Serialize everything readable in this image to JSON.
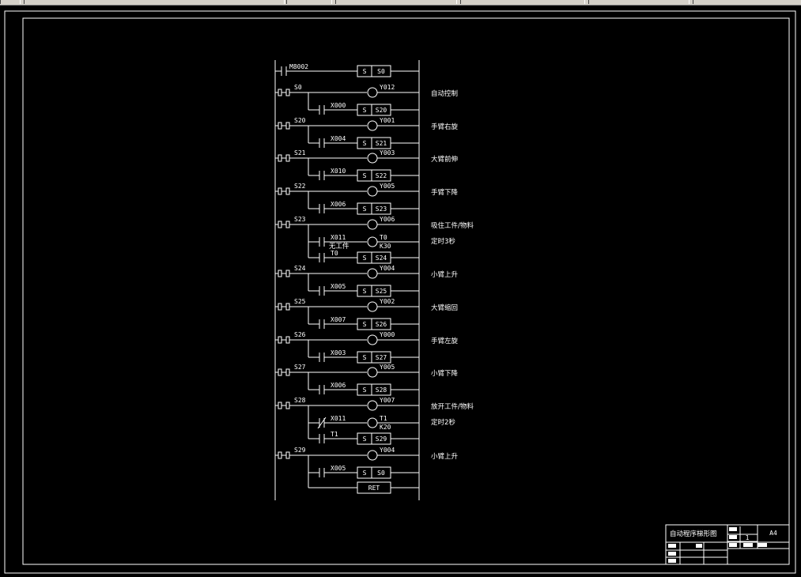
{
  "window": {
    "toolbar_segments": 7
  },
  "colors": {
    "background": "#000000",
    "lines": "#ffffff",
    "toolbar": "#d4d0c8"
  },
  "diagram": {
    "init": {
      "contact": "M8002",
      "set": "S0"
    },
    "steps": [
      {
        "state": "S0",
        "out": "Y012",
        "comment": "自动控制",
        "cond": "X000",
        "next": "S20"
      },
      {
        "state": "S20",
        "out": "Y001",
        "comment": "手臂右旋",
        "cond": "X004",
        "next": "S21"
      },
      {
        "state": "S21",
        "out": "Y003",
        "comment": "大臂前伸",
        "cond": "X010",
        "next": "S22"
      },
      {
        "state": "S22",
        "out": "Y005",
        "comment": "手臂下降",
        "cond": "X006",
        "next": "S23"
      },
      {
        "state": "S23",
        "out": "Y006",
        "comment": "吸住工件/物料",
        "timer": "T0",
        "timer_k": "K30",
        "timer_cond": "X011",
        "timer_note": "无工件",
        "timer_comment": "定时3秒",
        "cond": "T0",
        "next": "S24"
      },
      {
        "state": "S24",
        "out": "Y004",
        "comment": "小臂上升",
        "cond": "X005",
        "next": "S25"
      },
      {
        "state": "S25",
        "out": "Y002",
        "comment": "大臂缩回",
        "cond": "X007",
        "next": "S26"
      },
      {
        "state": "S26",
        "out": "Y000",
        "comment": "手臂左旋",
        "cond": "X003",
        "next": "S27"
      },
      {
        "state": "S27",
        "out": "Y005",
        "comment": "小臂下降",
        "cond": "X006",
        "next": "S28"
      },
      {
        "state": "S28",
        "out": "Y007",
        "comment": "放开工件/物料",
        "timer": "T1",
        "timer_k": "K20",
        "timer_cond": "X011",
        "timer_comment": "定时2秒",
        "cond": "T1",
        "next": "S29"
      },
      {
        "state": "S29",
        "out": "Y004",
        "comment": "小臂上升",
        "cond": "X005",
        "next": "S0"
      }
    ],
    "end": "RET",
    "set_label": "S"
  },
  "title_block": {
    "title": "自动程序梯形图",
    "size": "A4",
    "sheet": "1"
  }
}
